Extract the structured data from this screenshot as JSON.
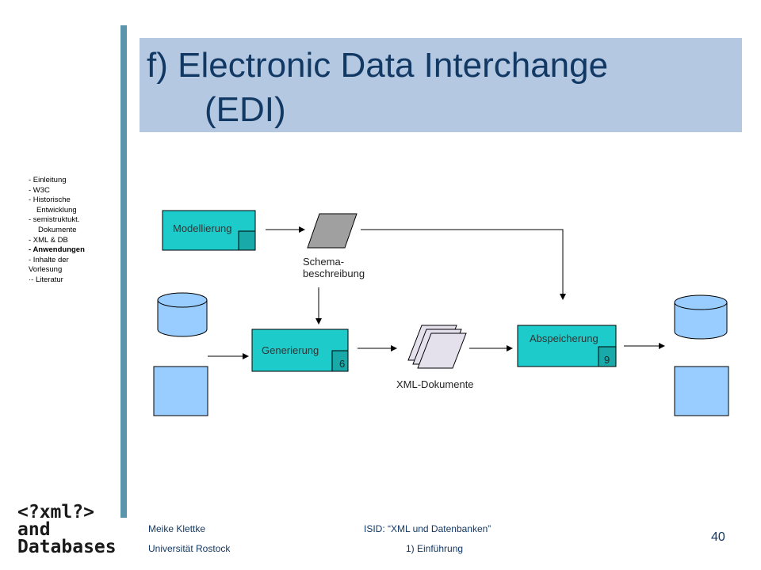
{
  "slide": {
    "title_line1": "f)  Electronic Data Interchange",
    "title_line2": "(EDI)",
    "page_number": "40"
  },
  "nav": {
    "items": [
      {
        "label": "- Einleitung",
        "style": ""
      },
      {
        "label": "- W3C",
        "style": ""
      },
      {
        "label": "- Historische",
        "style": ""
      },
      {
        "label": "Entwicklung",
        "style": "indent"
      },
      {
        "label": "- semistruktukt.",
        "style": ""
      },
      {
        "label": "Dokumente",
        "style": "indent2"
      },
      {
        "label": "- XML & DB",
        "style": ""
      },
      {
        "label": "- Anwendungen",
        "style": "active"
      },
      {
        "label": "- Inhalte der",
        "style": ""
      },
      {
        "label": "Vorlesung",
        "style": ""
      },
      {
        "label": "·- Literatur",
        "style": ""
      }
    ]
  },
  "logo": {
    "line1": "<?xml?>",
    "line2": "and",
    "line3": "Databases"
  },
  "footer": {
    "author": "Meike Klettke",
    "university": "Universität Rostock",
    "course": "ISID:  “XML und Datenbanken”",
    "chapter": "1) Einführung"
  },
  "diagram": {
    "modellierung": "Modellierung",
    "schema_line1": "Schema-",
    "schema_line2": "beschreibung",
    "generierung": "Generierung",
    "generierung_num": "6",
    "xml_dokumente": "XML-Dokumente",
    "abspeicherung": "Abspeicherung",
    "abspeicherung_num": "9"
  },
  "colors": {
    "title_bg": "#b4c8e2",
    "title_text": "#123864",
    "sidebar_bar": "#5b95ab",
    "process_box": "#1dcbcb",
    "db_fill": "#99ccff",
    "schema_fill": "#a0a0a0",
    "document_fill": "#e4e0ec"
  }
}
